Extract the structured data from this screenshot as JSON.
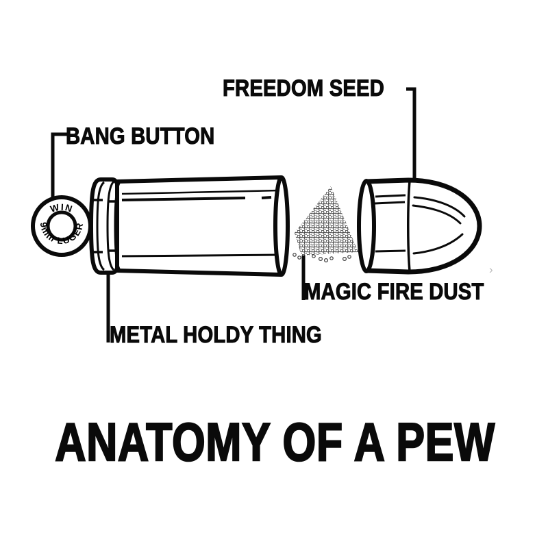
{
  "poster": {
    "title": "ANATOMY OF A PEW",
    "background_color": "#ffffff",
    "ink_color": "#0a0a0a"
  },
  "callouts": [
    {
      "id": "bang-button",
      "label": "BANG BUTTON",
      "points_to": "primer"
    },
    {
      "id": "freedom-seed",
      "label": "FREEDOM SEED",
      "points_to": "bullet"
    },
    {
      "id": "magic-fire-dust",
      "label": "MAGIC FIRE DUST",
      "points_to": "gunpowder"
    },
    {
      "id": "metal-holdy-thing",
      "label": "METAL HOLDY THING",
      "points_to": "cartridge-case"
    }
  ],
  "headstamp": {
    "top_text": "WIN",
    "bottom_text": "9mm LUGER"
  },
  "stray_mark": "›"
}
